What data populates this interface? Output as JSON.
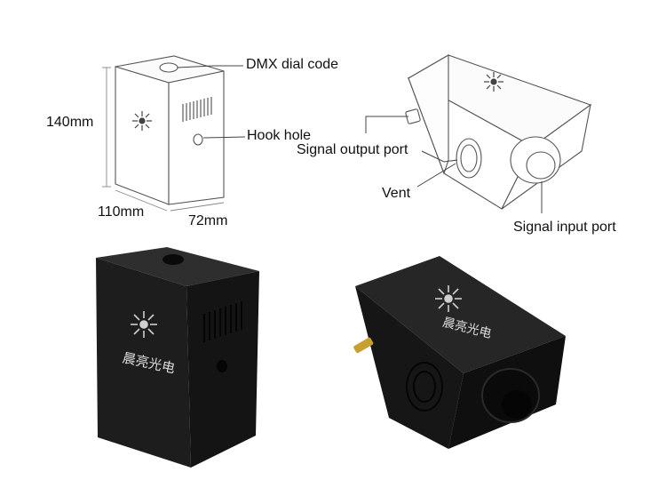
{
  "labels": {
    "dmx": "DMX dial code",
    "hook": "Hook hole",
    "signal_output": "Signal output port",
    "vent": "Vent",
    "signal_input": "Signal input port",
    "height": "140mm",
    "width": "110mm",
    "depth": "72mm"
  },
  "brand_text": "晨亮光电",
  "colors": {
    "line": "#555555",
    "body_dark": "#1b1b1b",
    "body_mid": "#2a2a2a",
    "body_light": "#333333",
    "accent": "#c8a030"
  }
}
